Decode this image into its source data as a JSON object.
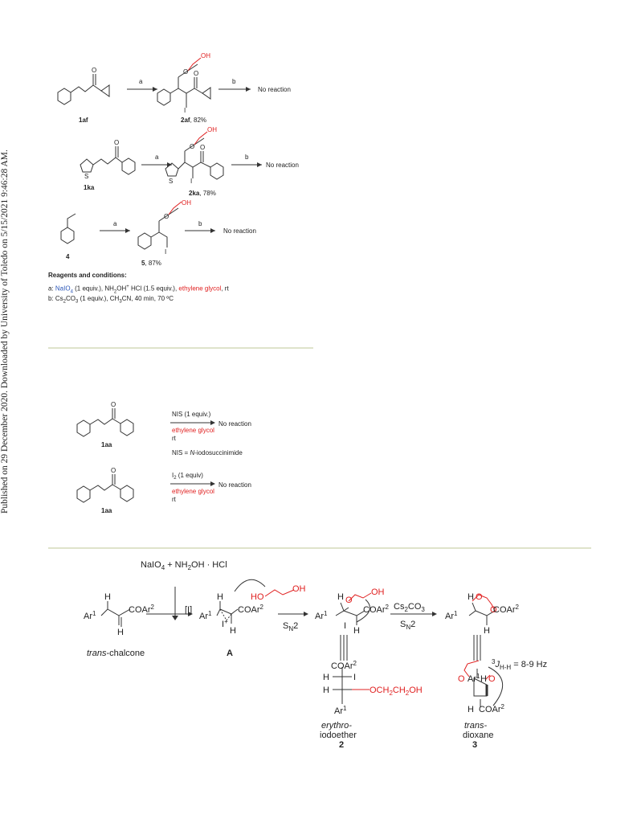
{
  "side_note": "Published on 29 December 2020. Downloaded by University of Toledo on 5/15/2021 9:46:28 AM.",
  "scheme1": {
    "oh_label": "OH",
    "o_label": "O",
    "i_label": "I",
    "s_label": "S",
    "step_a": "a",
    "step_b": "b",
    "no_reaction": "No reaction",
    "c1af": "1af",
    "c2af_num": "2af",
    "c2af_yield": ", 82%",
    "c1ka": "1ka",
    "c2ka_num": "2ka",
    "c2ka_yield": ", 78%",
    "c4": "4",
    "c5_num": "5",
    "c5_yield": ", 87%",
    "conditions_title": "Reagents and conditions:",
    "cond_a_prefix": "a: ",
    "cond_a_naio4": "NaIO",
    "cond_a_naio4_sub": "4",
    "cond_a_mid": " (1 equiv.), NH",
    "cond_a_sub2": "2",
    "cond_a_mid2": "OH",
    "cond_a_sup": "+",
    "cond_a_mid3": " HCl (1.5 equiv.), ",
    "cond_a_glycol": "ethylene glycol",
    "cond_a_end": ", rt",
    "cond_b_prefix": "b: Cs",
    "cond_b_sub1": "2",
    "cond_b_mid": "CO",
    "cond_b_sub2": "3",
    "cond_b_mid2": " (1 equiv.), CH",
    "cond_b_sub3": "3",
    "cond_b_end": "CN, 40 min, 70 ºC"
  },
  "scheme2": {
    "o_label": "O",
    "c1aa": "1aa",
    "nis": "NIS (1 equiv.)",
    "glycol": "ethylene glycol",
    "rt": "rt",
    "no_reaction": "No reaction",
    "nis_def_prefix": "NIS = ",
    "nis_def_italic": "N",
    "nis_def_rest": "-iodosuccinimide",
    "i2_prefix": "I",
    "i2_sub": "2",
    "i2_rest": " (1 equiv)"
  },
  "scheme3": {
    "reagent_top": "NaIO",
    "reagent_top_sub": "4",
    "reagent_top_rest": " + NH",
    "reagent_top_sub2": "2",
    "reagent_top_end": "OH · HCl",
    "iodo_step": "[I]",
    "h": "H",
    "ar": "Ar",
    "one": "1",
    "two": "2",
    "coar": "COAr",
    "i": "I",
    "i_plus": "+",
    "ho": "HO",
    "oh": "OH",
    "o": "O",
    "sn": "S",
    "n": "N",
    "cs": "Cs",
    "co": "CO",
    "three": "3",
    "och2ch2oh_o": "OCH",
    "och2ch2oh_2": "2",
    "och2ch2oh_ch": "CH",
    "och2ch2oh_oh": "OH",
    "trans_italic": "trans",
    "trans_rest": "-chalcone",
    "label_A": "A",
    "erythro": "erythro-",
    "iodoether": "iodoether",
    "num2": "2",
    "trans2": "trans-",
    "dioxane": "dioxane",
    "num3": "3",
    "j_sup": "3",
    "j_sym": "J",
    "j_sub": "H-H",
    "j_val": " = 8-9 Hz"
  }
}
